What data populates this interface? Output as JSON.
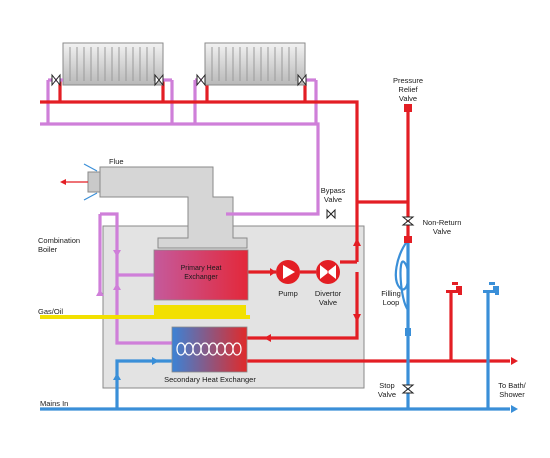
{
  "labels": {
    "flue": "Flue",
    "combination_boiler": [
      "Combination",
      "Boiler"
    ],
    "primary_heat_exchanger": [
      "Primary Heat",
      "Exchanger"
    ],
    "pump": "Pump",
    "divertor_valve": [
      "Divertor",
      "Valve"
    ],
    "gas_oil": "Gas/Oil",
    "secondary_heat_exchanger": "Secondary Heat Exchanger",
    "bypass_valve": [
      "Bypass",
      "Valve"
    ],
    "pressure_relief_valve": [
      "Pressure",
      "Relief",
      "Valve"
    ],
    "non_return_valve": [
      "Non-Return",
      "Valve"
    ],
    "filling_loop": [
      "Filling",
      "Loop"
    ],
    "stop_valve": [
      "Stop",
      "Valve"
    ],
    "to_bath_shower": [
      "To Bath/",
      "Shower"
    ],
    "mains_in": "Mains In"
  },
  "colors": {
    "hot_pipe": "#e31e24",
    "return_pipe": "#cf7fd9",
    "cold_pipe": "#3a8fd8",
    "gas_pipe": "#f2e000",
    "casing": "#e3e3e3",
    "casing_border": "#8a8a8a"
  }
}
